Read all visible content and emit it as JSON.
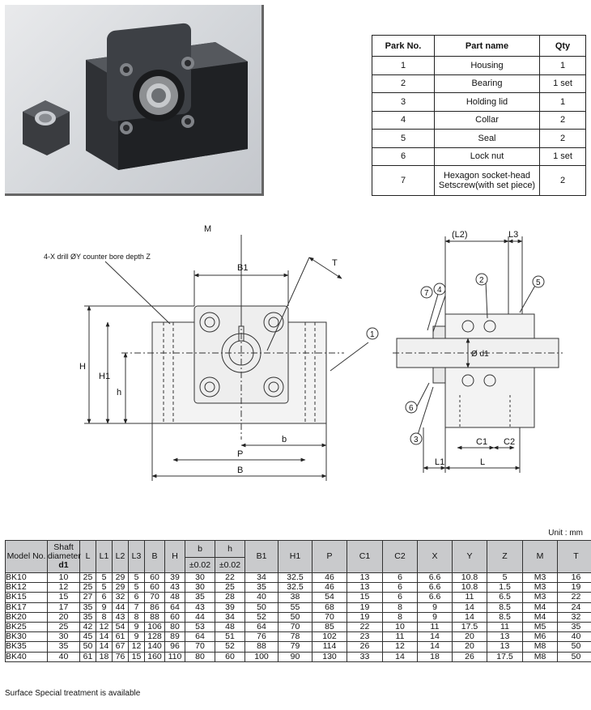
{
  "parts_table": {
    "headers": [
      "Park No.",
      "Part name",
      "Qty"
    ],
    "rows": [
      [
        "1",
        "Housing",
        "1"
      ],
      [
        "2",
        "Bearing",
        "1 set"
      ],
      [
        "3",
        "Holding lid",
        "1"
      ],
      [
        "4",
        "Collar",
        "2"
      ],
      [
        "5",
        "Seal",
        "2"
      ],
      [
        "6",
        "Lock nut",
        "1 set"
      ],
      [
        "7",
        "Hexagon socket-head Setscrew(with set piece)",
        "2"
      ]
    ]
  },
  "drawing": {
    "drill_note": "4-X drill ØY counter bore depth Z",
    "labels": {
      "M": "M",
      "T": "T",
      "B1": "B1",
      "H": "H",
      "H1": "H1",
      "h": "h",
      "b": "b",
      "P": "P",
      "B": "B",
      "L2": "(L2)",
      "L3": "L3",
      "d1": "Ø d1",
      "C1": "C1",
      "C2": "C2",
      "L1": "L1",
      "L": "L"
    },
    "callouts": [
      "1",
      "2",
      "3",
      "4",
      "5",
      "6",
      "7"
    ]
  },
  "unit": "Unit : mm",
  "spec_table": {
    "headers": {
      "model": "Model No.",
      "shaft": "Shaft diameter",
      "d1": "d1",
      "L": "L",
      "L1": "L1",
      "L2": "L2",
      "L3": "L3",
      "B": "B",
      "H": "H",
      "b": "b",
      "h": "h",
      "tol_b": "±0.02",
      "tol_h": "±0.02",
      "B1": "B1",
      "H1": "H1",
      "P": "P",
      "C1": "C1",
      "C2": "C2",
      "X": "X",
      "Y": "Y",
      "Z": "Z",
      "M": "M",
      "T": "T"
    },
    "rows": [
      [
        "BK10",
        "10",
        "25",
        "5",
        "29",
        "5",
        "60",
        "39",
        "30",
        "22",
        "34",
        "32.5",
        "46",
        "13",
        "6",
        "6.6",
        "10.8",
        "5",
        "M3",
        "16"
      ],
      [
        "BK12",
        "12",
        "25",
        "5",
        "29",
        "5",
        "60",
        "43",
        "30",
        "25",
        "35",
        "32.5",
        "46",
        "13",
        "6",
        "6.6",
        "10.8",
        "1.5",
        "M3",
        "19"
      ],
      [
        "BK15",
        "15",
        "27",
        "6",
        "32",
        "6",
        "70",
        "48",
        "35",
        "28",
        "40",
        "38",
        "54",
        "15",
        "6",
        "6.6",
        "11",
        "6.5",
        "M3",
        "22"
      ],
      [
        "BK17",
        "17",
        "35",
        "9",
        "44",
        "7",
        "86",
        "64",
        "43",
        "39",
        "50",
        "55",
        "68",
        "19",
        "8",
        "9",
        "14",
        "8.5",
        "M4",
        "24"
      ],
      [
        "BK20",
        "20",
        "35",
        "8",
        "43",
        "8",
        "88",
        "60",
        "44",
        "34",
        "52",
        "50",
        "70",
        "19",
        "8",
        "9",
        "14",
        "8.5",
        "M4",
        "32"
      ],
      [
        "BK25",
        "25",
        "42",
        "12",
        "54",
        "9",
        "106",
        "80",
        "53",
        "48",
        "64",
        "70",
        "85",
        "22",
        "10",
        "11",
        "17.5",
        "11",
        "M5",
        "35"
      ],
      [
        "BK30",
        "30",
        "45",
        "14",
        "61",
        "9",
        "128",
        "89",
        "64",
        "51",
        "76",
        "78",
        "102",
        "23",
        "11",
        "14",
        "20",
        "13",
        "M6",
        "40"
      ],
      [
        "BK35",
        "35",
        "50",
        "14",
        "67",
        "12",
        "140",
        "96",
        "70",
        "52",
        "88",
        "79",
        "114",
        "26",
        "12",
        "14",
        "20",
        "13",
        "M8",
        "50"
      ],
      [
        "BK40",
        "40",
        "61",
        "18",
        "76",
        "15",
        "160",
        "110",
        "80",
        "60",
        "100",
        "90",
        "130",
        "33",
        "14",
        "18",
        "26",
        "17.5",
        "M8",
        "50"
      ]
    ]
  },
  "footnote": "Surface Special treatment is available"
}
